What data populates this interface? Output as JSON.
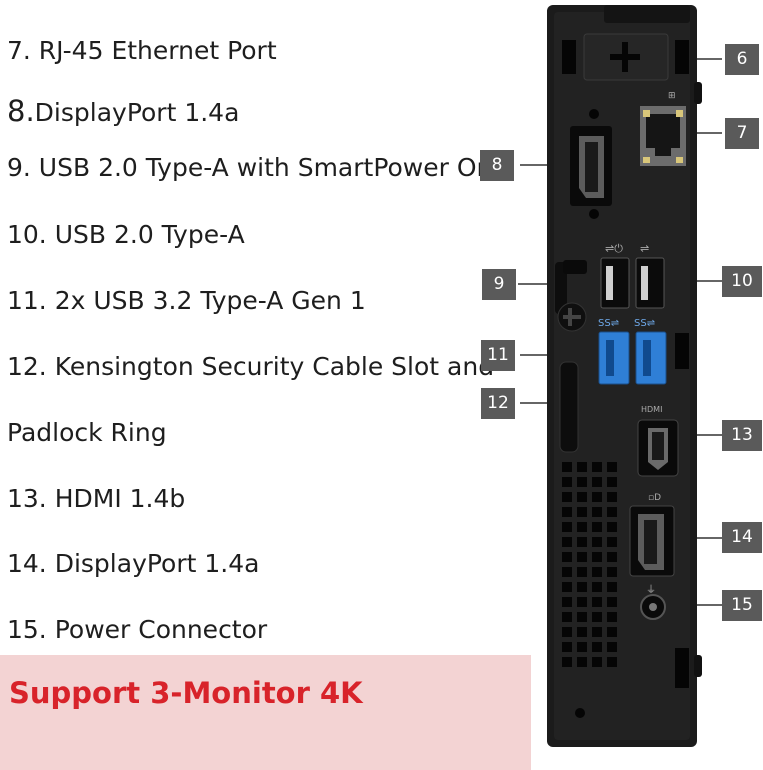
{
  "specs": [
    {
      "num": "7.",
      "text": " RJ-45 Ethernet Port"
    },
    {
      "num": "8.",
      "text": "DisplayPort 1.4a"
    },
    {
      "num": "9.",
      "text": " USB 2.0 Type-A with SmartPower On"
    },
    {
      "num": "10.",
      "text": " USB 2.0 Type-A"
    },
    {
      "num": "11.",
      "text": " 2x USB 3.2 Type-A Gen 1"
    },
    {
      "num": "12.",
      "text": " Kensington Security Cable Slot and"
    },
    {
      "num": "",
      "text": "Padlock Ring"
    },
    {
      "num": "13.",
      "text": " HDMI 1.4b"
    },
    {
      "num": "14.",
      "text": " DisplayPort 1.4a"
    },
    {
      "num": "15.",
      "text": " Power Connector"
    }
  ],
  "banner": "Support 3-Monitor 4K",
  "callouts": [
    "6",
    "7",
    "8",
    "9",
    "10",
    "11",
    "12",
    "13",
    "14",
    "15"
  ],
  "colors": {
    "banner_bg": "#f3d3d3",
    "banner_text": "#d8232a",
    "callout_bg": "#5a5a5a",
    "chassis": "#1b1b1b",
    "usb3_port": "#2f7fd6"
  }
}
